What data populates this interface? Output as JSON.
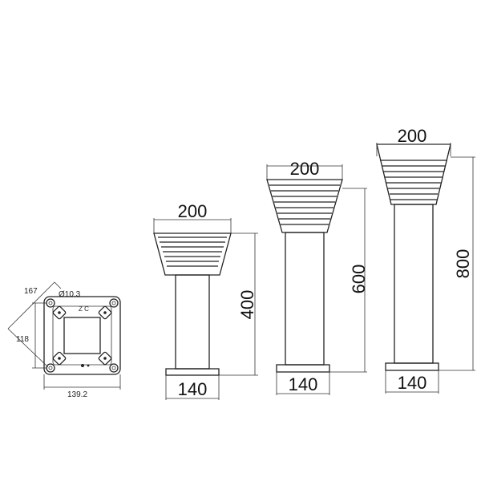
{
  "base_plate": {
    "label_diagonal": "167",
    "label_hole": "Ø10.3",
    "label_side": "118",
    "label_width": "139.2",
    "label_mark": "Z C"
  },
  "bollards": [
    {
      "top_width_label": "200",
      "base_width_label": "140",
      "height_label": "400"
    },
    {
      "top_width_label": "200",
      "base_width_label": "140",
      "height_label": "600"
    },
    {
      "top_width_label": "200",
      "base_width_label": "140",
      "height_label": "800"
    }
  ]
}
